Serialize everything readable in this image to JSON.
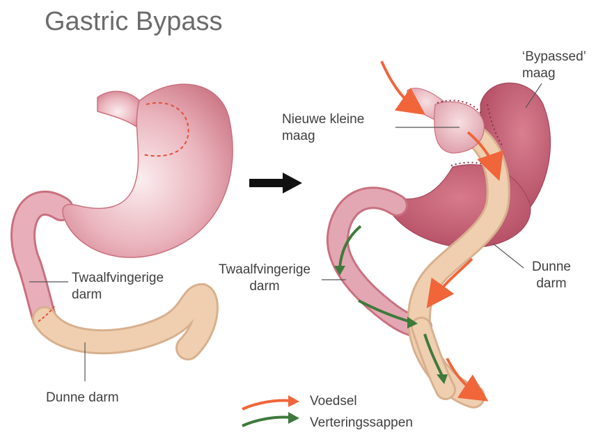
{
  "title": "Gastric Bypass",
  "labels": {
    "twaalf_left_1": "Twaalfvingerige",
    "twaalf_left_2": "darm",
    "dunne_left": "Dunne darm",
    "nieuwe_1": "Nieuwe kleine",
    "nieuwe_2": "maag",
    "bypassed_1": "‘Bypassed’",
    "bypassed_2": "maag",
    "twaalf_right_1": "Twaalfvingerige",
    "twaalf_right_2": "darm",
    "dunne_right_1": "Dunne",
    "dunne_right_2": "darm"
  },
  "legend": {
    "food": "Voedsel",
    "juices": "Verteringssappen"
  },
  "colors": {
    "stomach": "#d9828f",
    "stomach_light": "#f4d6da",
    "duodenum": "#e3a7b3",
    "small_intestine": "#efcfaf",
    "bypassed_stomach": "#c45f73",
    "dashed_line": "#e0503a",
    "food_arrow": "#f0653a",
    "juice_arrow": "#3f7a3c",
    "main_arrow": "#111111",
    "text": "#3f3f3f",
    "title": "#6b6b6b"
  }
}
